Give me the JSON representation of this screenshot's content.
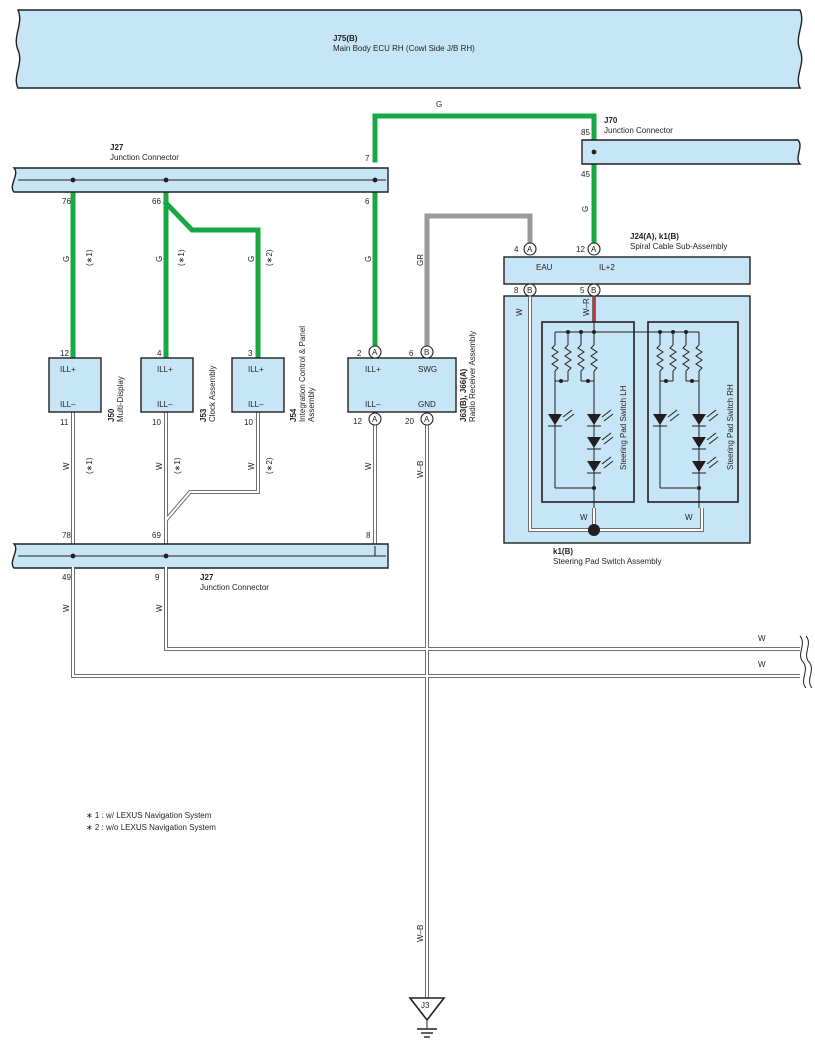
{
  "connectors": {
    "j75": {
      "code": "J75(B)",
      "name": "Main Body ECU RH (Cowl Side J/B RH)"
    },
    "j27_top": {
      "code": "J27",
      "name": "Junction Connector",
      "pins": [
        "76",
        "66",
        "7",
        "6"
      ]
    },
    "j27_bottom": {
      "code": "J27",
      "name": "Junction Connector",
      "pins_top": [
        "78",
        "69",
        "8"
      ],
      "pins_bottom": [
        "49",
        "9"
      ]
    },
    "j70": {
      "code": "J70",
      "name": "Junction Connector",
      "pins": [
        "85",
        "45"
      ]
    },
    "j24": {
      "code": "J24(A), k1(B)",
      "name": "Spiral Cable Sub-Assembly",
      "terminals": [
        "EAU",
        "IL+2"
      ],
      "pins_top": [
        "4",
        "12"
      ],
      "pins_bottom": [
        "8",
        "5"
      ],
      "pin_letters": [
        "A",
        "A",
        "B",
        "B"
      ]
    },
    "k1": {
      "code": "k1(B)",
      "name": "Steering Pad Switch Assembly",
      "switch_lh": "Steering Pad Switch LH",
      "switch_rh": "Steering Pad Switch RH"
    },
    "j50": {
      "code": "J50",
      "name": "Multi-Display",
      "terminals": [
        "ILL+",
        "ILL–"
      ],
      "pin_top": "12",
      "pin_bottom": "11"
    },
    "j53": {
      "code": "J53",
      "name": "Clock Assembly",
      "terminals": [
        "ILL+",
        "ILL–"
      ],
      "pin_top": "4",
      "pin_bottom": "10"
    },
    "j54": {
      "code": "J54",
      "name_line1": "Integration Control & Panel",
      "name_line2": "Assembly",
      "terminals": [
        "ILL+",
        "ILL–"
      ],
      "pin_top": "3",
      "pin_bottom": "10"
    },
    "j63": {
      "code": "J63(B), J66(A)",
      "name": "Radio Receiver Assembly",
      "terminals": [
        "ILL+",
        "SWG",
        "ILL–",
        "GND"
      ],
      "pins": [
        "2",
        "6",
        "12",
        "20"
      ],
      "pin_letters": [
        "A",
        "B",
        "A",
        "A"
      ]
    },
    "ground": {
      "code": "J3"
    }
  },
  "wires": {
    "g": "G",
    "gr": "GR",
    "w": "W",
    "wb": "W–B",
    "wr": "W–R",
    "note1_tag": "(∗1)",
    "note2_tag": "(∗2)"
  },
  "notes": [
    "∗ 1 : w/ LEXUS Navigation System",
    "∗ 2 : w/o LEXUS Navigation System"
  ],
  "colors": {
    "box_fill": "#c6e6f7",
    "wire_green": "#17a843",
    "wire_gray": "#9a9a9a",
    "wire_white_outline": "#6f6f6f"
  }
}
